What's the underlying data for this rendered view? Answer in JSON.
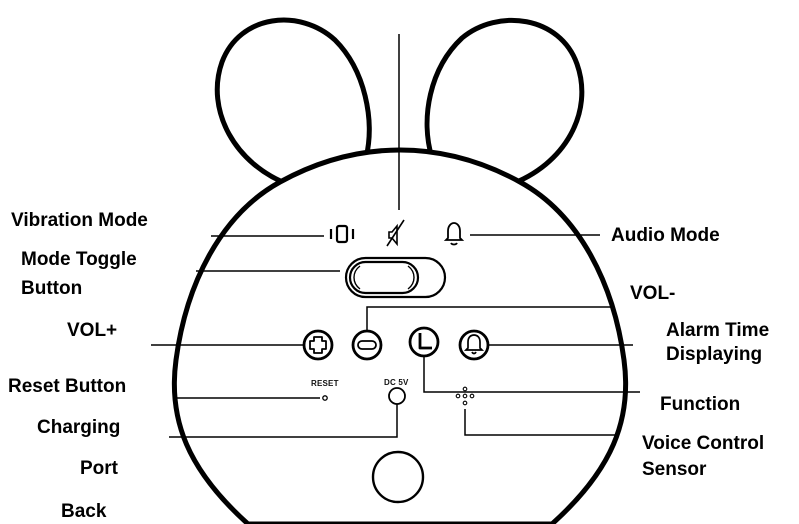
{
  "labels": {
    "vibration_mode": "Vibration Mode",
    "mode_toggle_line1": "Mode Toggle",
    "mode_toggle_line2": "Button",
    "vol_plus": "VOL+",
    "reset_button": "Reset Button",
    "charging": "Charging",
    "port": "Port",
    "back": "Back",
    "audio_mode": "Audio Mode",
    "vol_minus": "VOL-",
    "alarm_line1": "Alarm Time",
    "alarm_line2": "Displaying",
    "function": "Function",
    "voice_line1": "Voice Control",
    "voice_line2": "Sensor"
  },
  "device_text": {
    "reset": "RESET",
    "dc5v": "DC 5V"
  },
  "icons": {
    "vibration": "vibration-icon",
    "mute": "mute-icon",
    "bell": "bell-icon",
    "plus": "plus-icon",
    "minus": "minus-icon",
    "clock": "clock-icon",
    "alarm": "alarm-bell-icon"
  }
}
